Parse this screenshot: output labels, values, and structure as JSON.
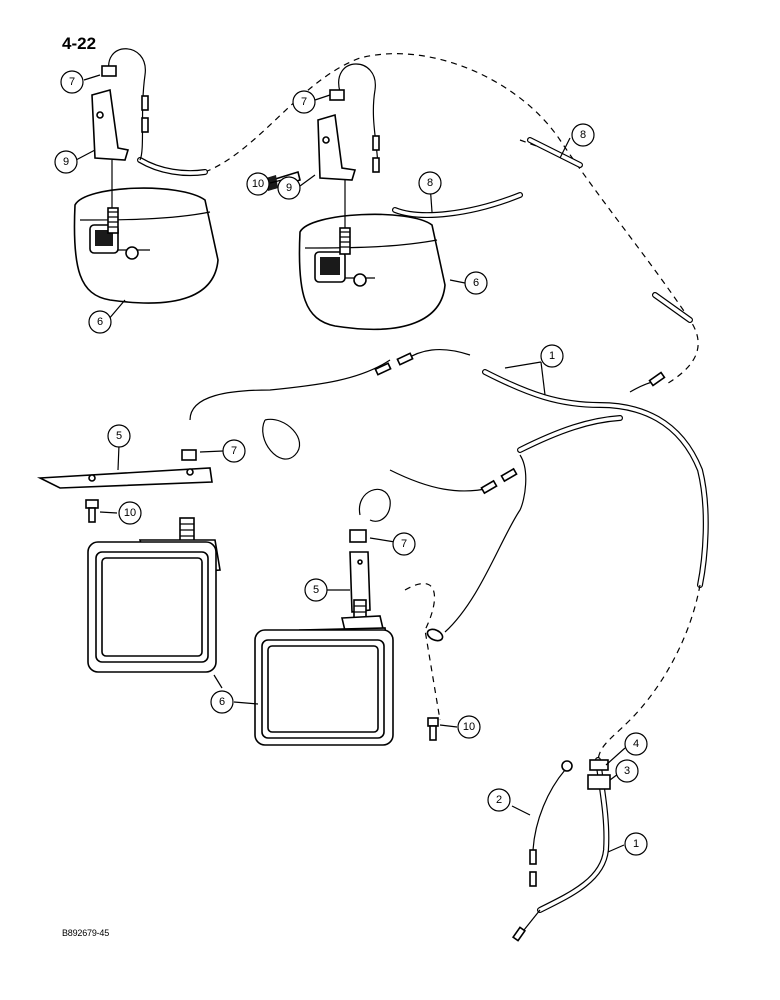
{
  "page_number": "4-22",
  "document_code": "B892679-45",
  "callouts": {
    "c7a": "7",
    "c9a": "9",
    "c6a": "6",
    "c7b": "7",
    "c10a": "10",
    "c9b": "9",
    "c8a": "8",
    "c8b": "8",
    "c6b": "6",
    "c1a": "1",
    "c5a": "5",
    "c7c": "7",
    "c10b": "10",
    "c7d": "7",
    "c5b": "5",
    "c6c": "6",
    "c10c": "10",
    "c4": "4",
    "c3": "3",
    "c2": "2",
    "c1b": "1"
  }
}
